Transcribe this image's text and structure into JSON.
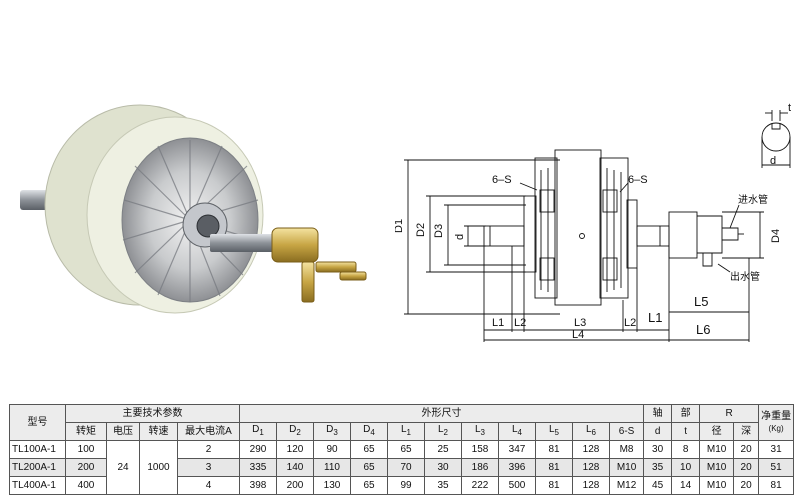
{
  "drawing": {
    "labels": {
      "t": "t",
      "d_top": "d",
      "S_left": "6–S",
      "S_right": "6–S",
      "D1": "D1",
      "D2": "D2",
      "D3": "D3",
      "d": "d",
      "D4": "D4",
      "inlet": "进水管",
      "outlet": "出水管",
      "L1": "L1",
      "L2": "L2",
      "L3": "L3",
      "L4": "L4",
      "L2b": "L2",
      "L1b": "L1",
      "L5": "L5",
      "L6": "L6"
    }
  },
  "table": {
    "group_headers": {
      "model": "型号",
      "tech": "主要技术参数",
      "dims": "外形尺寸",
      "axis1": "轴",
      "axis2": "部",
      "R": "R",
      "weight": "净重量",
      "weight_unit": "(Kg)"
    },
    "sub_headers": {
      "torque": "转矩",
      "voltage": "电压",
      "speed": "转速",
      "current": "最大电流A",
      "D1": "D",
      "D1s": "1",
      "D2": "D",
      "D2s": "2",
      "D3": "D",
      "D3s": "3",
      "D4": "D",
      "D4s": "4",
      "L1": "L",
      "L1s": "1",
      "L2": "L",
      "L2s": "2",
      "L3": "L",
      "L3s": "3",
      "L4": "L",
      "L4s": "4",
      "L5": "L",
      "L5s": "5",
      "L6": "L",
      "L6s": "6",
      "S": "6-S",
      "d": "d",
      "t": "t",
      "diam": "径",
      "depth": "深"
    },
    "voltage": "24",
    "speed": "1000",
    "rows": [
      {
        "model": "TL100A-1",
        "torque": "100",
        "current": "2",
        "D1": "290",
        "D2": "120",
        "D3": "90",
        "D4": "65",
        "L1": "65",
        "L2": "25",
        "L3": "158",
        "L4": "347",
        "L5": "81",
        "L6": "128",
        "S": "M8",
        "d": "30",
        "t": "8",
        "diam": "M10",
        "depth": "20",
        "weight": "31"
      },
      {
        "model": "TL200A-1",
        "torque": "200",
        "current": "3",
        "D1": "335",
        "D2": "140",
        "D3": "110",
        "D4": "65",
        "L1": "70",
        "L2": "30",
        "L3": "186",
        "L4": "396",
        "L5": "81",
        "L6": "128",
        "S": "M10",
        "d": "35",
        "t": "10",
        "diam": "M10",
        "depth": "20",
        "weight": "51"
      },
      {
        "model": "TL400A-1",
        "torque": "400",
        "current": "4",
        "D1": "398",
        "D2": "200",
        "D3": "130",
        "D4": "65",
        "L1": "99",
        "L2": "35",
        "L3": "222",
        "L4": "500",
        "L5": "81",
        "L6": "128",
        "S": "M12",
        "d": "45",
        "t": "14",
        "diam": "M10",
        "depth": "20",
        "weight": "81"
      }
    ]
  }
}
